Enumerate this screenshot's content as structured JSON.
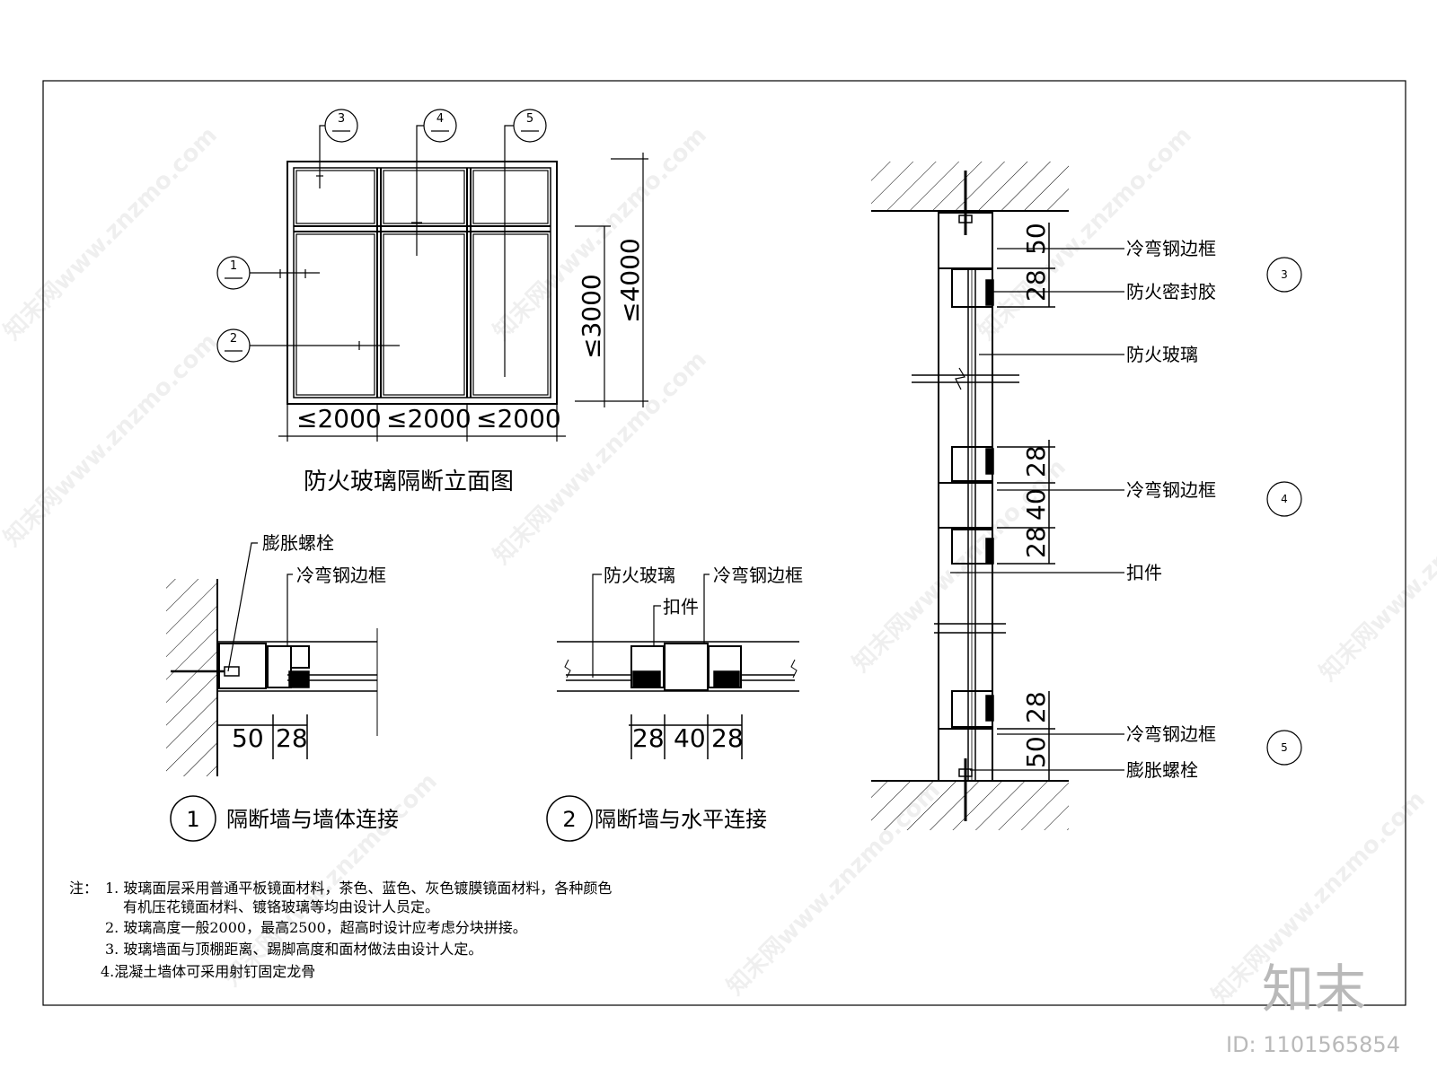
{
  "elevation": {
    "title": "防火玻璃隔断立面图",
    "width_dims": [
      "≤2000",
      "≤2000",
      "≤2000"
    ],
    "height_dims": [
      "≤3000",
      "≤4000"
    ],
    "callouts": [
      "1",
      "2",
      "3",
      "4",
      "5"
    ]
  },
  "detail1": {
    "number": "1",
    "title": "隔断墙与墙体连接",
    "labels": {
      "bolt": "膨胀螺栓",
      "frame": "冷弯钢边框"
    },
    "dims": [
      "50",
      "28"
    ]
  },
  "detail2": {
    "number": "2",
    "title": "隔断墙与水平连接",
    "labels": {
      "glass": "防火玻璃",
      "frame": "冷弯钢边框",
      "clip": "扣件"
    },
    "dims": [
      "28",
      "40",
      "28"
    ]
  },
  "section": {
    "labels": {
      "frame_top": "冷弯钢边框",
      "sealant": "防火密封胶",
      "glass": "防火玻璃",
      "frame_mid": "冷弯钢边框",
      "clip": "扣件",
      "frame_bottom": "冷弯钢边框",
      "bolt": "膨胀螺栓"
    },
    "dims_top": [
      "50",
      "28"
    ],
    "dims_mid": [
      "28",
      "40",
      "28"
    ],
    "dims_bottom": [
      "28",
      "50"
    ],
    "markers": [
      "3",
      "4",
      "5"
    ]
  },
  "notes": {
    "prefix": "注：",
    "lines": [
      "1. 玻璃面层采用普通平板镜面材料，茶色、蓝色、灰色镀膜镜面材料，各种颜色",
      "有机压花镜面材料、镀铬玻璃等均由设计人员定。",
      "2. 玻璃高度一般2000，最高2500，超高时设计应考虑分块拼接。",
      "3. 玻璃墙面与顶棚距离、踢脚高度和面材做法由设计人定。",
      "4.混凝土墙体可采用射钉固定龙骨"
    ]
  },
  "watermark": {
    "text": "知末网www.znzmo.com",
    "logo": "知末",
    "id": "ID: 1101565854"
  }
}
